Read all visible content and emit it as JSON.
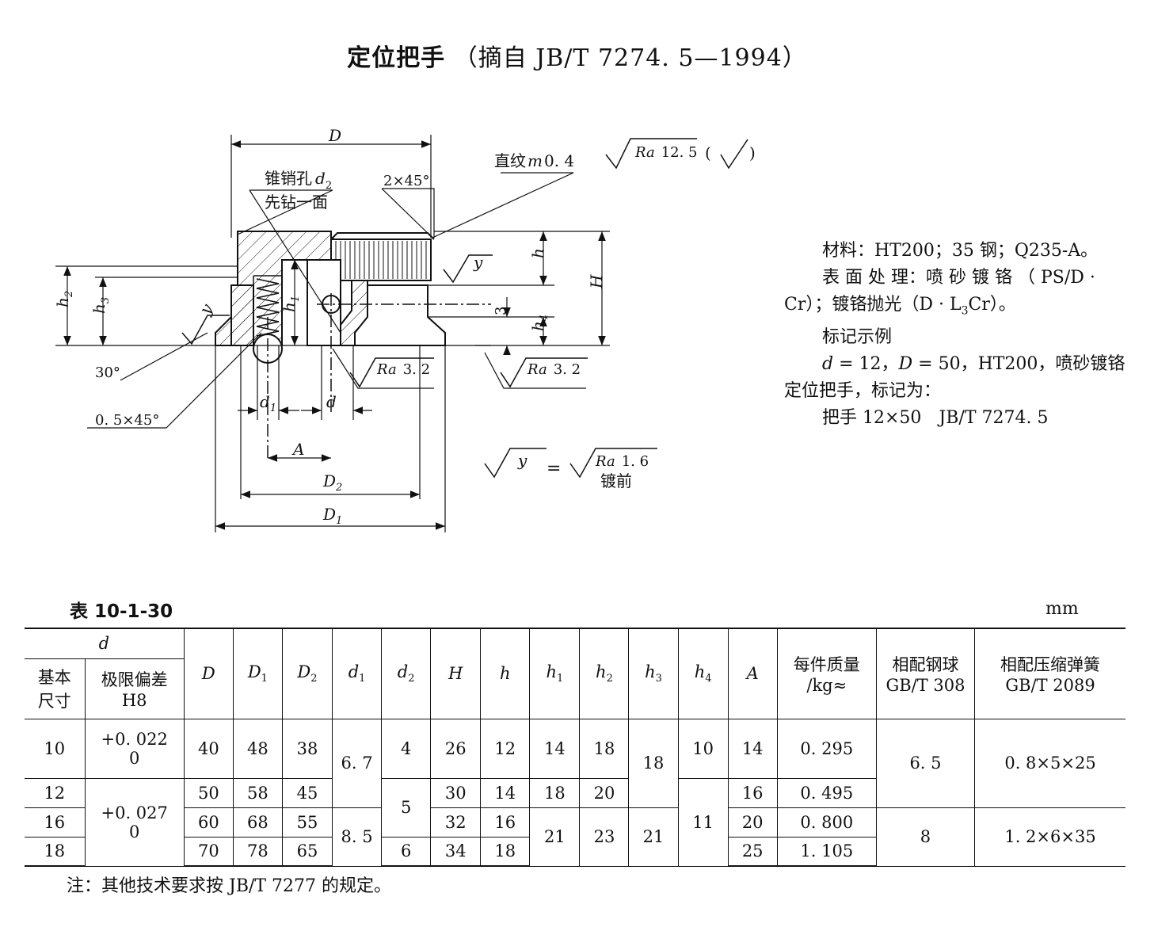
{
  "title": {
    "main": "定位把手",
    "source": "（摘自 JB/T 7274. 5—1994）"
  },
  "drawing": {
    "labels": {
      "D": "D",
      "taper_pin_hole": "锥销孔",
      "taper_pin_sym": "d",
      "taper_pin_sub": "2",
      "drill_one_side": "先钻一面",
      "chamfer_top": "2×45°",
      "knurl": "直纹",
      "knurl_m": "m",
      "knurl_val": "0. 4",
      "ra": "Ra",
      "ra_general": "12. 5",
      "ra_general_paren_open": "(",
      "ra_general_paren_close": ")",
      "y": "y",
      "h": "h",
      "H": "H",
      "h1": "h",
      "h1_sub": "1",
      "h2": "h",
      "h2_sub": "2",
      "h3": "h",
      "h3_sub": "3",
      "h4": "h",
      "h4_sub": "4",
      "three": "3",
      "angle30": "30°",
      "chamfer_bottom": "0. 5×45°",
      "ra_hole": "3. 2",
      "ra_face": "3. 2",
      "d1": "d",
      "d1_sub": "1",
      "d": "d",
      "A": "A",
      "D2": "D",
      "D2_sub": "2",
      "D1": "D",
      "D1_sub": "1",
      "equals": "=",
      "ra_plated": "1. 6",
      "before_plating": "镀前"
    }
  },
  "notes": {
    "material": "材料：HT200；35 钢；Q235-A。",
    "surface_1": "表 面 处 理：喷 砂 镀 铬 （ PS/D ·",
    "surface_2": "Cr）；镀铬抛光（D · L",
    "surface_2_sub": "3",
    "surface_2_end": "Cr）。",
    "marking_title": "标记示例",
    "example_d": "d",
    "example_eq1": " = 12，",
    "example_D": "D",
    "example_eq2": " = 50，HT200，喷砂镀铬",
    "example_2": "定位把手，标记为：",
    "example_3": "把手 12×50　JB/T 7274. 5"
  },
  "table": {
    "caption": "表 10-1-30",
    "unit": "mm",
    "headers": {
      "d": "d",
      "basic_size_1": "基本",
      "basic_size_2": "尺寸",
      "tolerance_1": "极限偏差",
      "tolerance_2": "H8",
      "D": "D",
      "D1": "D",
      "D1_sub": "1",
      "D2": "D",
      "D2_sub": "2",
      "d1": "d",
      "d1_sub": "1",
      "d2": "d",
      "d2_sub": "2",
      "H": "H",
      "h": "h",
      "h1": "h",
      "h1_sub": "1",
      "h2": "h",
      "h2_sub": "2",
      "h3": "h",
      "h3_sub": "3",
      "h4": "h",
      "h4_sub": "4",
      "A": "A",
      "mass_1": "每件质量",
      "mass_2": "/kg≈",
      "ball_1": "相配钢球",
      "ball_2": "GB/T 308",
      "spring_1": "相配压缩弹簧",
      "spring_2": "GB/T 2089"
    },
    "rows": [
      {
        "d": "10",
        "tol_upper": "+0. 022",
        "tol_lower": "0",
        "D": "40",
        "D1": "48",
        "D2": "38",
        "H": "26",
        "h": "12",
        "h1": "14",
        "h2": "18",
        "h4": "10",
        "A": "14",
        "mass": "0. 295"
      },
      {
        "d": "12",
        "D": "50",
        "D1": "58",
        "D2": "45",
        "H": "30",
        "h": "14",
        "h1": "18",
        "h2": "20",
        "A": "16",
        "mass": "0. 495"
      },
      {
        "d": "16",
        "D": "60",
        "D1": "68",
        "D2": "55",
        "H": "32",
        "h": "16",
        "A": "20",
        "mass": "0. 800"
      },
      {
        "d": "18",
        "D": "70",
        "D1": "78",
        "D2": "65",
        "H": "34",
        "h": "18",
        "A": "25",
        "mass": "1. 105"
      }
    ],
    "merged": {
      "tol_16_18_upper": "+0. 027",
      "tol_16_18_lower": "0",
      "d1_a": "6. 7",
      "d1_b": "8. 5",
      "d2_a": "4",
      "d2_b": "5",
      "d2_c": "6",
      "h1_h2_last": "21",
      "h2_last": "23",
      "h3_a": "18",
      "h3_b": "21",
      "h4_b": "11",
      "ball_a": "6. 5",
      "ball_b": "8",
      "spring_a": "0. 8×5×25",
      "spring_b": "1. 2×6×35"
    }
  },
  "note": "注：其他技术要求按 JB/T 7277 的规定。"
}
